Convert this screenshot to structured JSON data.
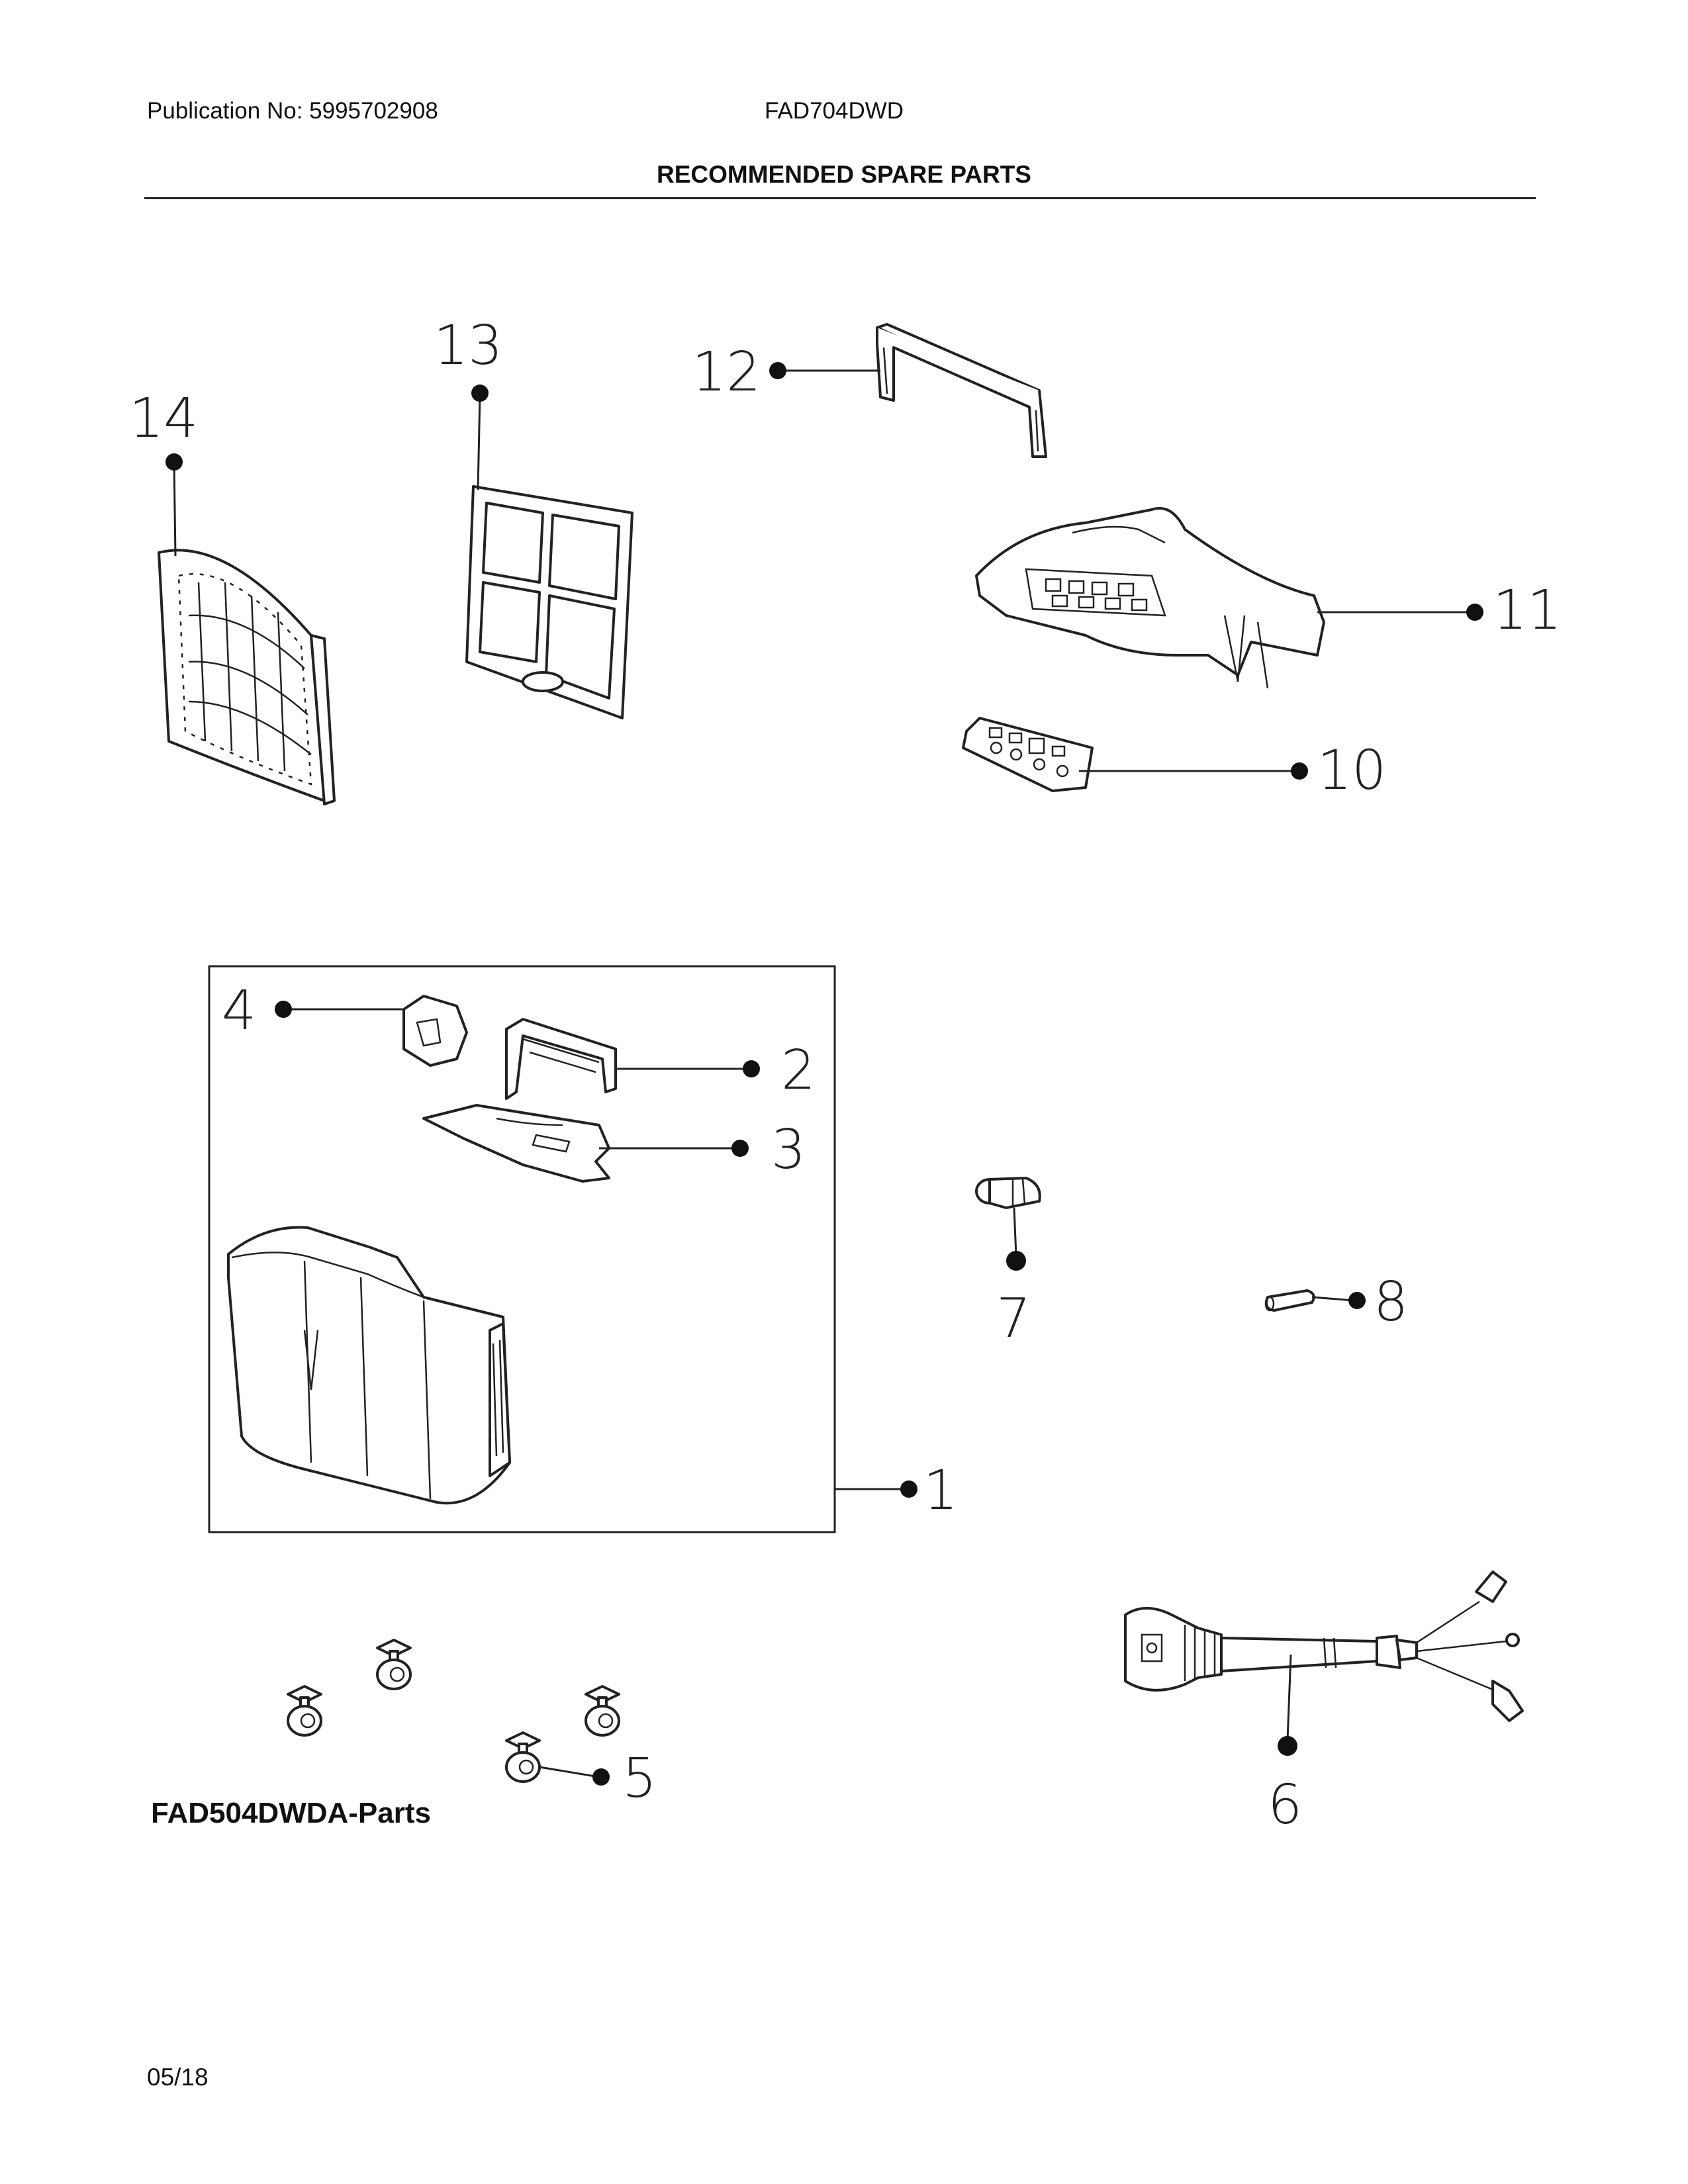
{
  "header": {
    "publication": "Publication No: 5995702908",
    "model": "FAD704DWD",
    "title": "RECOMMENDED SPARE PARTS"
  },
  "footer": {
    "subset_label": "FAD504DWDA-Parts",
    "date": "05/18"
  },
  "callouts": {
    "c1": "1",
    "c2": "2",
    "c3": "3",
    "c4": "4",
    "c5": "5",
    "c6": "6",
    "c7": "7",
    "c8": "8",
    "c10": "10",
    "c11": "11",
    "c12": "12",
    "c13": "13",
    "c14": "14"
  },
  "icons": {
    "callout_dot": "filled-circle-marker"
  }
}
